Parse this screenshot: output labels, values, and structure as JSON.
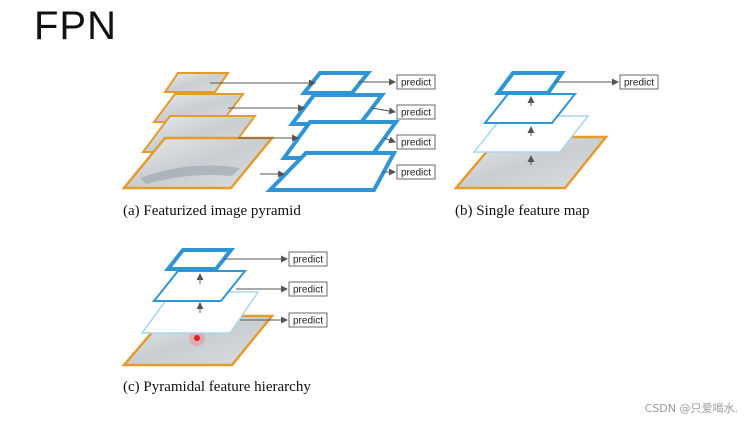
{
  "title": "FPN",
  "colors": {
    "orange": "#e59a2c",
    "blue": "#2f95d6",
    "light_blue": "#a9d6ee",
    "arrow": "#555555",
    "image_fill": "#cfd4d8"
  },
  "predict_label": "predict",
  "panels": [
    {
      "id": "a",
      "caption": "(a) Featurized image pyramid"
    },
    {
      "id": "b",
      "caption": "(b) Single feature map"
    },
    {
      "id": "c",
      "caption": "(c) Pyramidal feature hierarchy"
    }
  ],
  "watermark": "CSDN @只爱喝水."
}
